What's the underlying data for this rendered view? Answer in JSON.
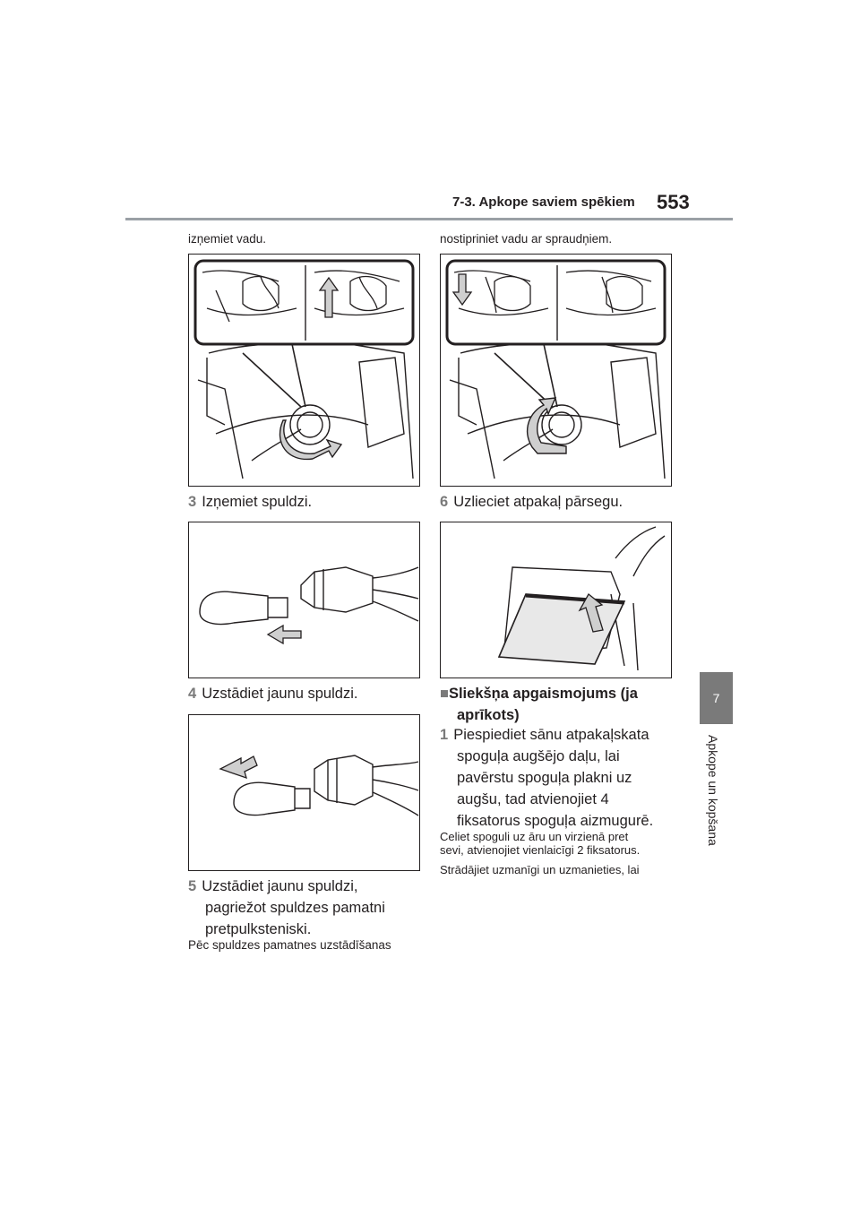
{
  "header": {
    "section_title": "7-3. Apkope saviem spēkiem",
    "page_number": "553"
  },
  "side_tab": {
    "chapter_number": "7",
    "chapter_title": "Apkope un kopšana"
  },
  "left_column": {
    "top_text": "izņemiet vadu.",
    "step3": {
      "num": "3",
      "text": "Izņemiet spuldzi."
    },
    "step4": {
      "num": "4",
      "text": "Uzstādiet jaunu spuldzi."
    },
    "step5": {
      "num": "5",
      "line1": "Uzstādiet jaunu spuldzi,",
      "line2": "pagriežot spuldzes pamatni",
      "line3": "pretpulksteniski."
    },
    "bottom_text": "Pēc spuldzes pamatnes uzstādīšanas"
  },
  "right_column": {
    "top_text": "nostipriniet vadu ar spraudņiem.",
    "step6": {
      "num": "6",
      "text": "Uzlieciet atpakaļ pārsegu."
    },
    "heading": {
      "marker": "■",
      "line1": "Sliekšņa apgaismojums (ja",
      "line2": "aprīkots)"
    },
    "step1": {
      "num": "1",
      "line1": "Piespiediet sānu atpakaļskata",
      "line2": "spoguļa augšējo daļu, lai",
      "line3": "pavērstu spoguļa plakni uz",
      "line4": "augšu, tad atvienojiet 4",
      "line5": "fiksatorus spoguļa aizmugurē."
    },
    "note1": {
      "line1": "Celiet spoguli uz āru un virzienā pret",
      "line2": "sevi, atvienojiet vienlaicīgi 2 fiksatorus."
    },
    "note2": "Strādājiet uzmanīgi un uzmanieties, lai"
  },
  "colors": {
    "rule": "#9aa0a6",
    "tab": "#7a7a7a",
    "text": "#231f20",
    "arrow_fill": "#cfcfcf"
  }
}
